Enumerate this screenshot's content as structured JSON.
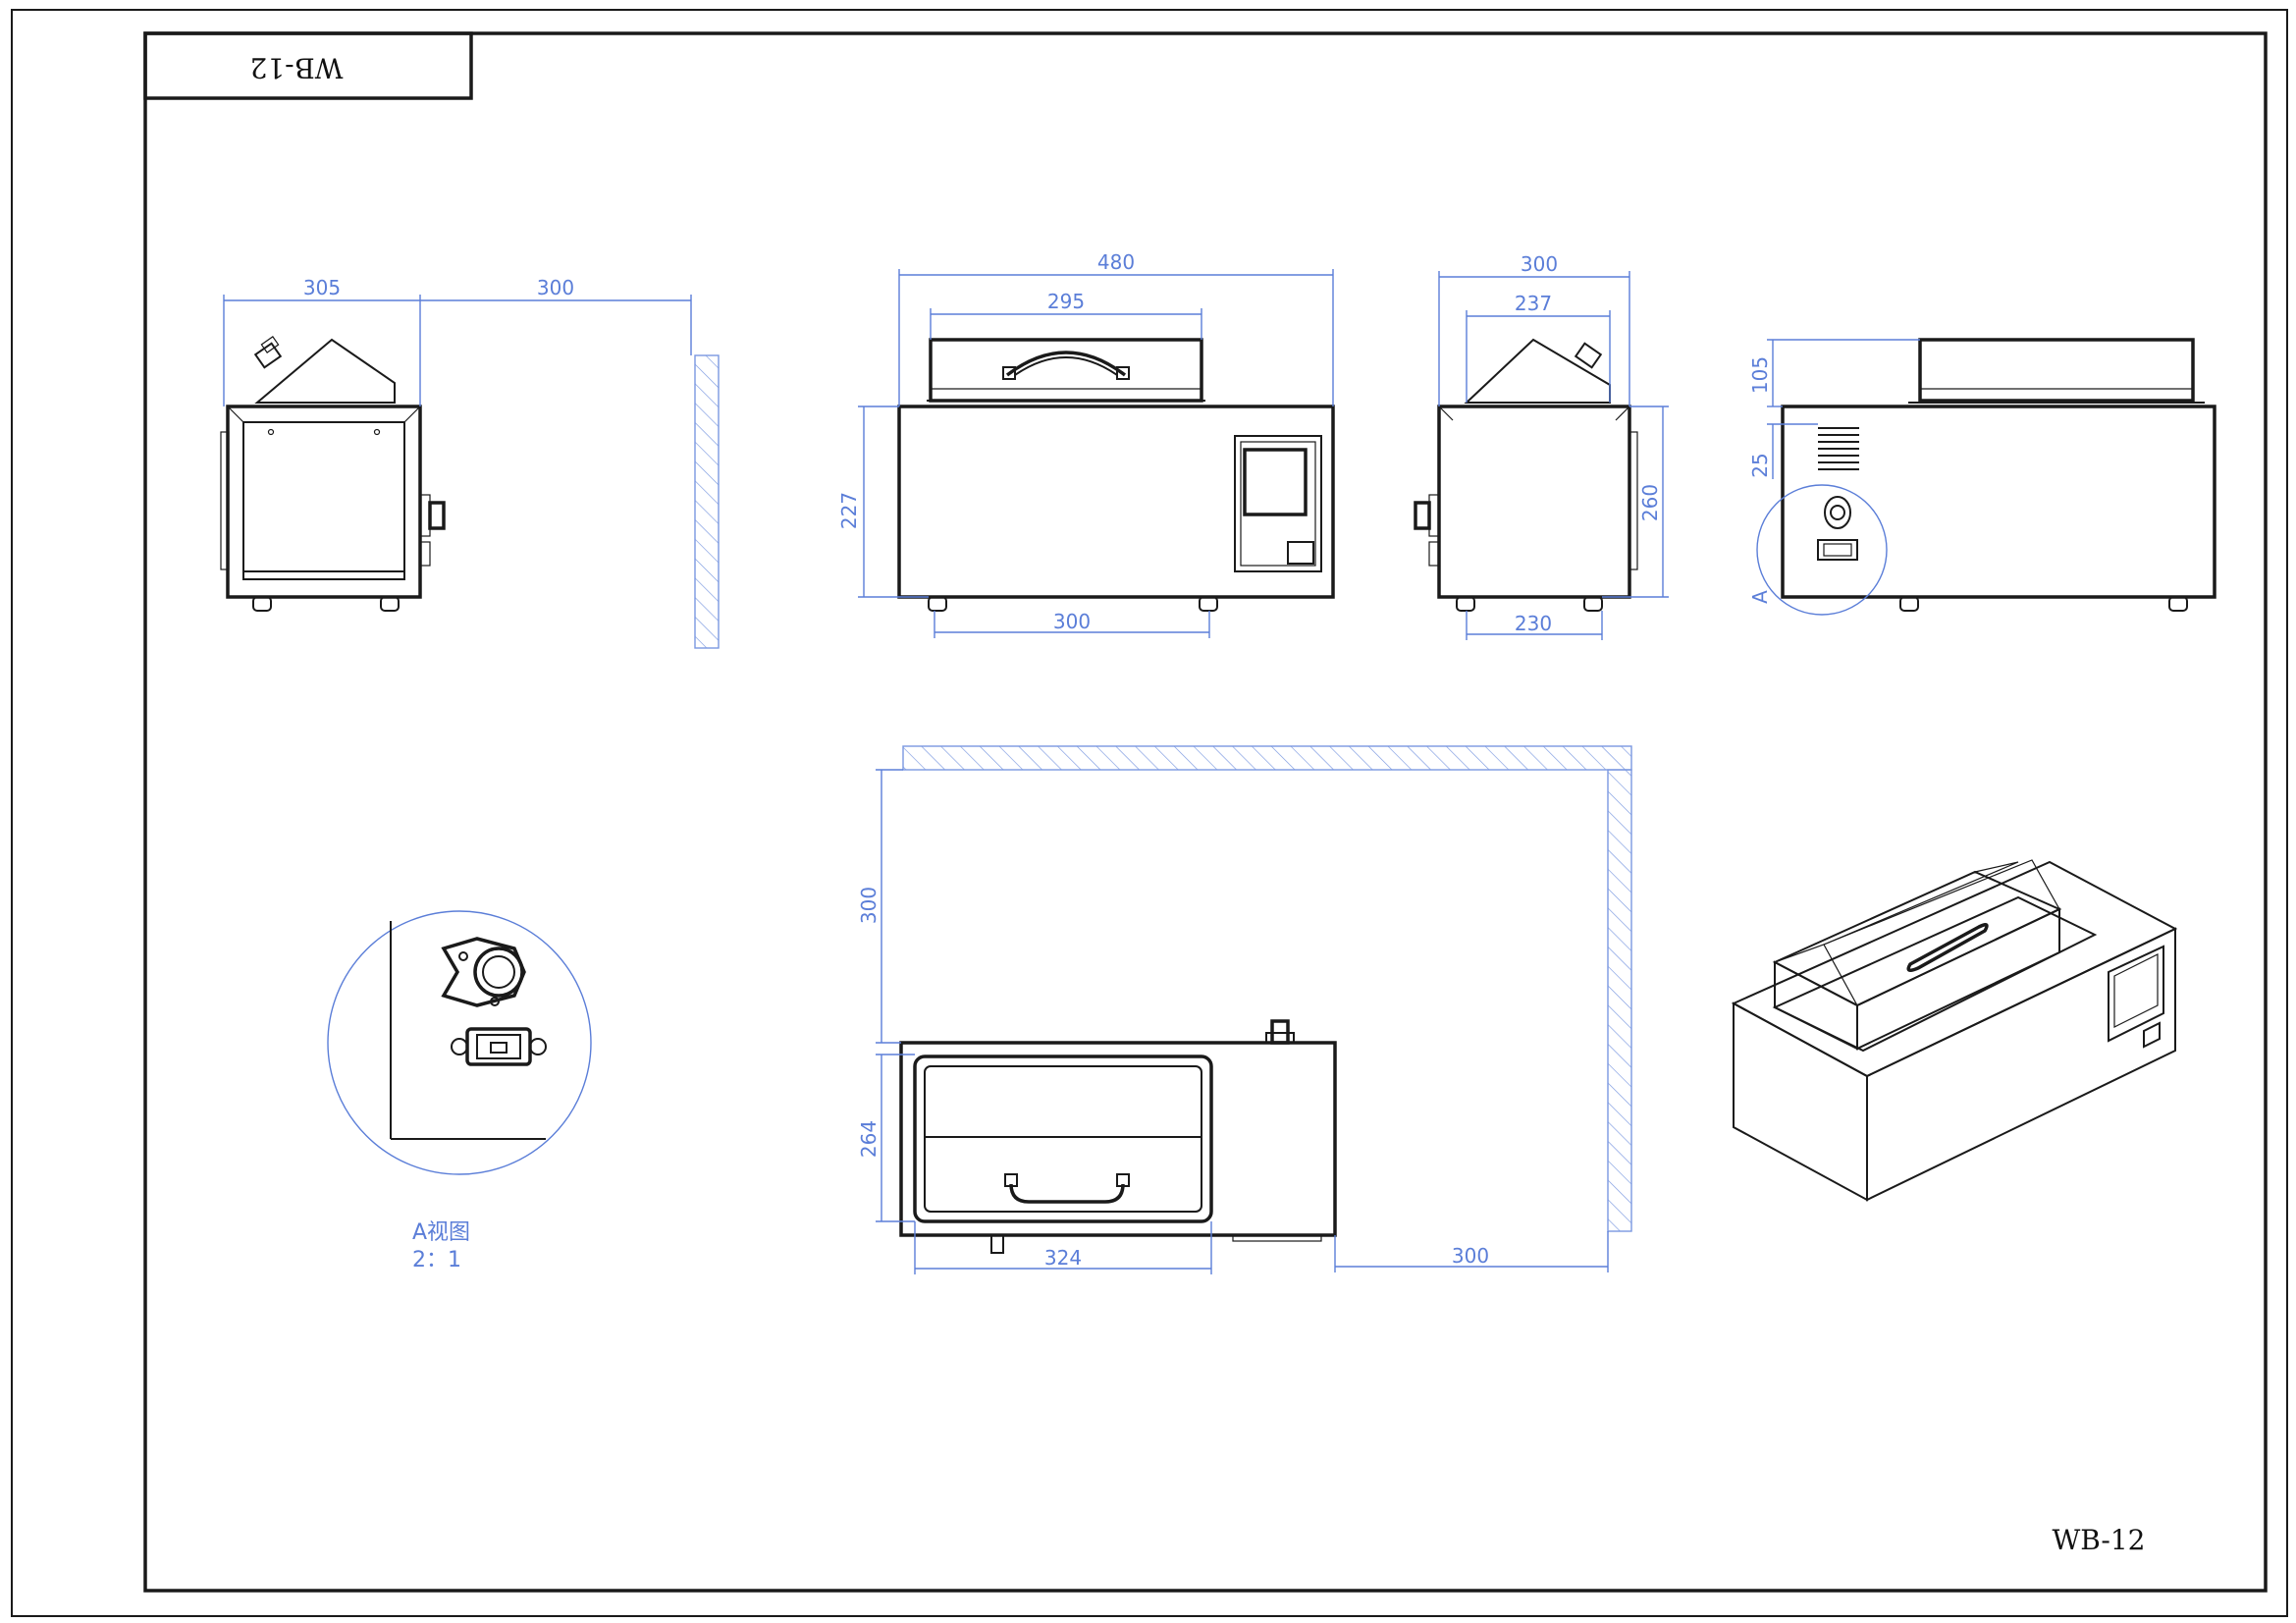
{
  "drawing": {
    "title_block_label": "WB-12",
    "footer_label": "WB-12"
  },
  "side_left_view": {
    "dim_width": "305",
    "dim_clearance": "300"
  },
  "front_view": {
    "dim_overall_width": "480",
    "dim_lid_width": "295",
    "dim_height": "227",
    "dim_feet_span": "300"
  },
  "side_right_view": {
    "dim_width": "300",
    "dim_lid_width": "237",
    "dim_height": "260",
    "dim_feet_span": "230"
  },
  "rear_view": {
    "dim_lid_height": "105",
    "dim_top_offset": "25",
    "detail_marker": "A"
  },
  "detail_view": {
    "caption": "A视图",
    "scale": "2：1"
  },
  "top_view": {
    "dim_rear_clearance": "300",
    "dim_depth": "264",
    "dim_opening_width": "324",
    "dim_side_clearance": "300"
  }
}
